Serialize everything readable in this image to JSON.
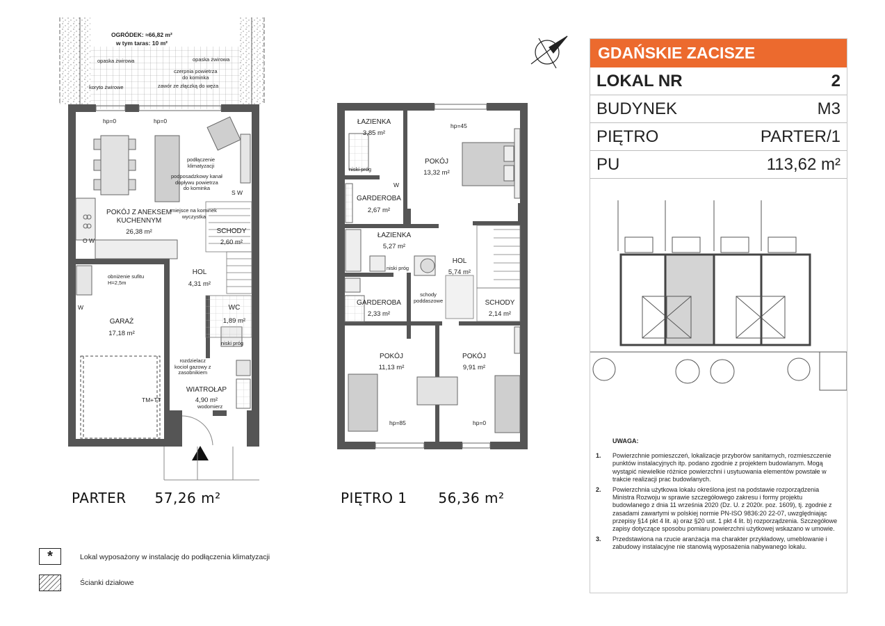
{
  "header": {
    "brand": "GDAŃSKIE ZACISZE",
    "rows": [
      {
        "label": "LOKAL NR",
        "value": "2"
      },
      {
        "label": "BUDYNEK",
        "value": "M3"
      },
      {
        "label": "PIĘTRO",
        "value": "PARTER/1"
      },
      {
        "label": "PU",
        "value": "113,62 m²"
      }
    ]
  },
  "parter": {
    "name": "PARTER",
    "area": "57,26 m²",
    "garden": {
      "line1": "OGRÓDEK: ≈66,82 m²",
      "line2": "w tym taras: 10 m²"
    },
    "annotations": {
      "opaska_left": "opaska żwirowa",
      "koryto": "koryto żwirowe",
      "opaska_right": "opaska żwirowa",
      "czerpnia": "czerpnia powietrza\ndo kominka",
      "zawor": "zawór ze złączką do węża",
      "hp0_a": "hp=0",
      "hp0_b": "hp=0",
      "podlaczenie": "podłączenie\nklimatyzacji",
      "kanal": "podposadzkowy kanał\ndopływu powietrza\ndo kominka",
      "kominek": "miejsce na kominek\nwyczystka",
      "obnizenie": "obniżenie sufitu\nH=2,5m",
      "rozdzielacz": "rozdzielacz\nkocioł gazowy z\nzasobnikiem",
      "wodomierz": "wodomierz",
      "niski_prog": "niski próg",
      "tm": "TM+TT",
      "sw": "S W",
      "ow": "O W",
      "w": "W"
    },
    "rooms": [
      {
        "name": "POKÓJ Z ANEKSEM\nKUCHENNYM",
        "area": "26,38 m²"
      },
      {
        "name": "SCHODY",
        "area": "2,60 m²"
      },
      {
        "name": "HOL",
        "area": "4,31 m²"
      },
      {
        "name": "WC",
        "area": "1,89 m²"
      },
      {
        "name": "GARAŻ",
        "area": "17,18 m²"
      },
      {
        "name": "WIATROŁAP",
        "area": "4,90 m²"
      }
    ]
  },
  "pietro": {
    "name": "PIĘTRO 1",
    "area": "56,36 m²",
    "annotations": {
      "hp45": "hp=45",
      "hp85": "hp=85",
      "hp0": "hp=0",
      "niski_prog_a": "niski próg",
      "niski_prog_b": "niski próg",
      "schody_podd": "schody\npoddaszowe",
      "w": "W"
    },
    "rooms": [
      {
        "name": "ŁAZIENKA",
        "area": "3,85 m²"
      },
      {
        "name": "POKÓJ",
        "area": "13,32 m²"
      },
      {
        "name": "GARDEROBA",
        "area": "2,67 m²"
      },
      {
        "name": "ŁAZIENKA",
        "area": "5,27 m²"
      },
      {
        "name": "HOL",
        "area": "5,74 m²"
      },
      {
        "name": "GARDEROBA",
        "area": "2,33 m²"
      },
      {
        "name": "SCHODY",
        "area": "2,14 m²"
      },
      {
        "name": "POKÓJ",
        "area": "11,13 m²"
      },
      {
        "name": "POKÓJ",
        "area": "9,91 m²"
      }
    ]
  },
  "legend": [
    {
      "symbol": "*",
      "text": "Lokal wyposażony w instalację do podłączenia klimatyzacji"
    },
    {
      "symbol": "",
      "text": "Ścianki działowe"
    }
  ],
  "notes": {
    "title": "UWAGA:",
    "items": [
      {
        "n": "1.",
        "text": "Powierzchnie pomieszczeń, lokalizacje przyborów sanitarnych, rozmieszczenie punktów instalacyjnych itp. podano zgodnie z projektem budowlanym. Mogą wystąpić niewielkie różnice powierzchni i usytuowania elementów powstałe w trakcie realizacji prac budowlanych."
      },
      {
        "n": "2.",
        "text": "Powierzchnia użytkowa lokalu określona jest na podstawie rozporządzenia Ministra Rozwoju w sprawie szczegółowego zakresu i formy projektu budowlanego z dnia 11 września 2020 (Dz. U. z 2020r. poz. 1609), tj. zgodnie z zasadami zawartymi w polskiej normie PN-ISO 9836:20 22-07, uwzględniając przepisy §14 pkt 4 lit. a) oraz §20 ust. 1 pkt 4 lit. b) rozporządzenia. Szczegółowe zapisy dotyczące sposobu pomiaru powierzchni użytkowej wskazano w umowie."
      },
      {
        "n": "3.",
        "text": "Przedstawiona na rzucie aranżacja ma charakter przykładowy, umeblowanie i zabudowy instalacyjne nie stanowią wyposażenia nabywanego lokalu."
      }
    ]
  },
  "colors": {
    "brand": "#ec6a2e",
    "wall": "#555555",
    "highlight": "#d4d4d4"
  }
}
